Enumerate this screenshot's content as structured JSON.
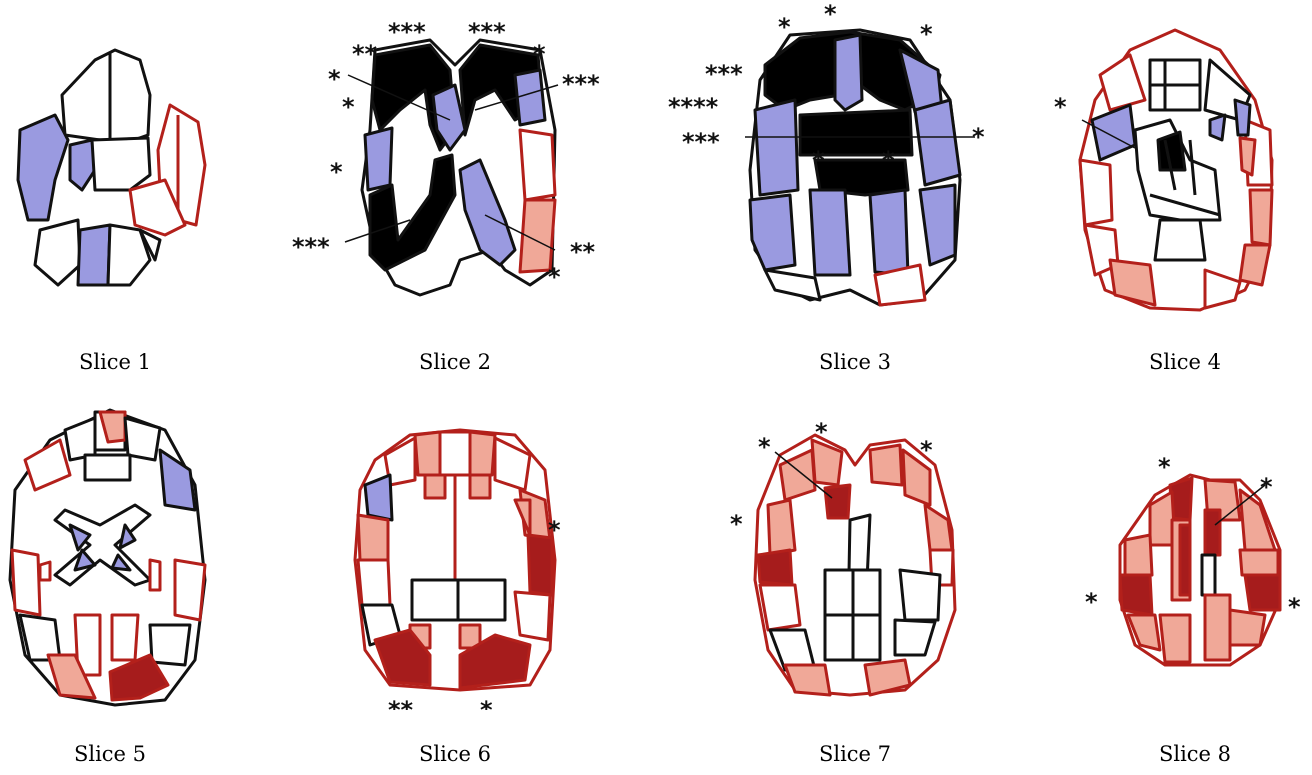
{
  "colors": {
    "outline": "#111111",
    "red_outline": "#b3201b",
    "blue_fill": "#9a9ae0",
    "light_red_fill": "#f0a898",
    "dark_red_fill": "#a61c1c",
    "black_fill": "#000000",
    "white_fill": "#ffffff"
  },
  "slices": [
    {
      "label": "Slice 1",
      "annotations": []
    },
    {
      "label": "Slice 2",
      "annotations": [
        "***",
        "***",
        "**",
        "*",
        "*",
        "***",
        "*",
        "*",
        "***",
        "**",
        "*"
      ]
    },
    {
      "label": "Slice 3",
      "annotations": [
        "*",
        "*",
        "*",
        "***",
        "****",
        "***",
        "*",
        "*",
        "*"
      ]
    },
    {
      "label": "Slice 4",
      "annotations": [
        "*"
      ]
    },
    {
      "label": "Slice 5",
      "annotations": []
    },
    {
      "label": "Slice 6",
      "annotations": [
        "*",
        "**",
        "*"
      ]
    },
    {
      "label": "Slice 7",
      "annotations": [
        "*",
        "*",
        "*",
        "*"
      ]
    },
    {
      "label": "Slice 8",
      "annotations": [
        "*",
        "*",
        "*",
        "*"
      ]
    }
  ]
}
